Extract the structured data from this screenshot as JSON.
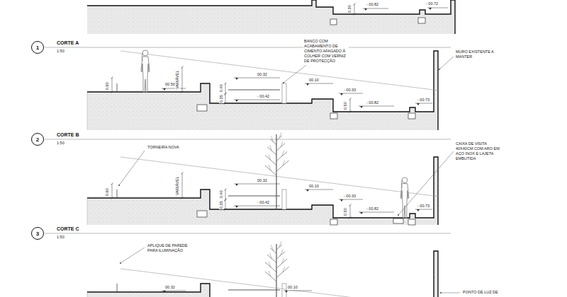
{
  "diagram": {
    "nodes": [
      {
        "text": [
          "1"
        ]
      },
      {
        "text": [
          "2"
        ]
      },
      {
        "text": [
          "3"
        ]
      }
    ],
    "labels": [
      "0.30",
      "- 00.82",
      "- 00.72",
      "CORTE A",
      "1:50",
      "BANCO COM ACABAMENTO DE CIMENTO AFAGADO À COLHER COM VERNIZ DE PROTECÇÃO",
      "MURO EXISTENTE A MANTER",
      "0.60",
      "VARIÁVEL",
      "00.50",
      "00.32",
      "0.40",
      "0.35",
      "- 00.42",
      "00.10",
      "- 00.33",
      "0.50",
      "- 00.82",
      "- 00.73",
      "CORTE B",
      "1:50",
      "TORNEIRA NOVA",
      "CAIXA DE VISITA 40X40CM COM ARO EM AÇO INOX E LAJETA EMBUTIDA",
      "0.60",
      "VARIÁVEL",
      "00.32",
      "0.40",
      "0.35",
      "- 00.42",
      "00.10",
      "- 00.33",
      "0.50",
      "- 00.82",
      "- 00.73",
      "CORTE C",
      "1:50",
      "APLIQUE DE PAREDE PARA ILUMINAÇÃO",
      "00.32",
      "00.10",
      "PONTO DE LUZ DE"
    ]
  }
}
